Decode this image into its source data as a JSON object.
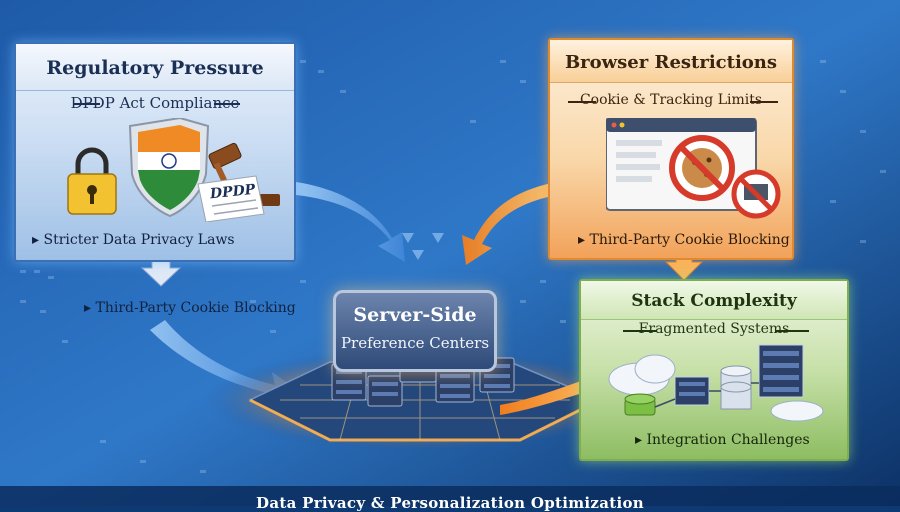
{
  "regulatory": {
    "title": "Regulatory Pressure",
    "subtitle": "DPDP Act Compliance",
    "document_label": "DPDP",
    "bullet": "Stricter Data Privacy Laws",
    "flow_bullet": "Third-Party Cookie Blocking"
  },
  "browser": {
    "title": "Browser Restrictions",
    "subtitle": "Cookie & Tracking Limits",
    "bullet": "Third-Party Cookie Blocking"
  },
  "stack": {
    "title": "Stack Complexity",
    "subtitle": "Fragmented Systems",
    "bullet": "Integration Challenges"
  },
  "hub": {
    "title": "Server-Side",
    "subtitle": "Preference Centers"
  },
  "footer": "Data Privacy & Personalization Optimization",
  "colors": {
    "regulatory": "#3c6fb3",
    "browser": "#e08a2f",
    "stack": "#7fae4f",
    "hub_glow": "#f29a33"
  },
  "icons": [
    "padlock-icon",
    "india-flag-shield-icon",
    "gavel-icon",
    "browser-window-icon",
    "no-cookie-icon",
    "no-tracking-icon",
    "cloud-icon",
    "server-rack-icon",
    "database-icon"
  ]
}
